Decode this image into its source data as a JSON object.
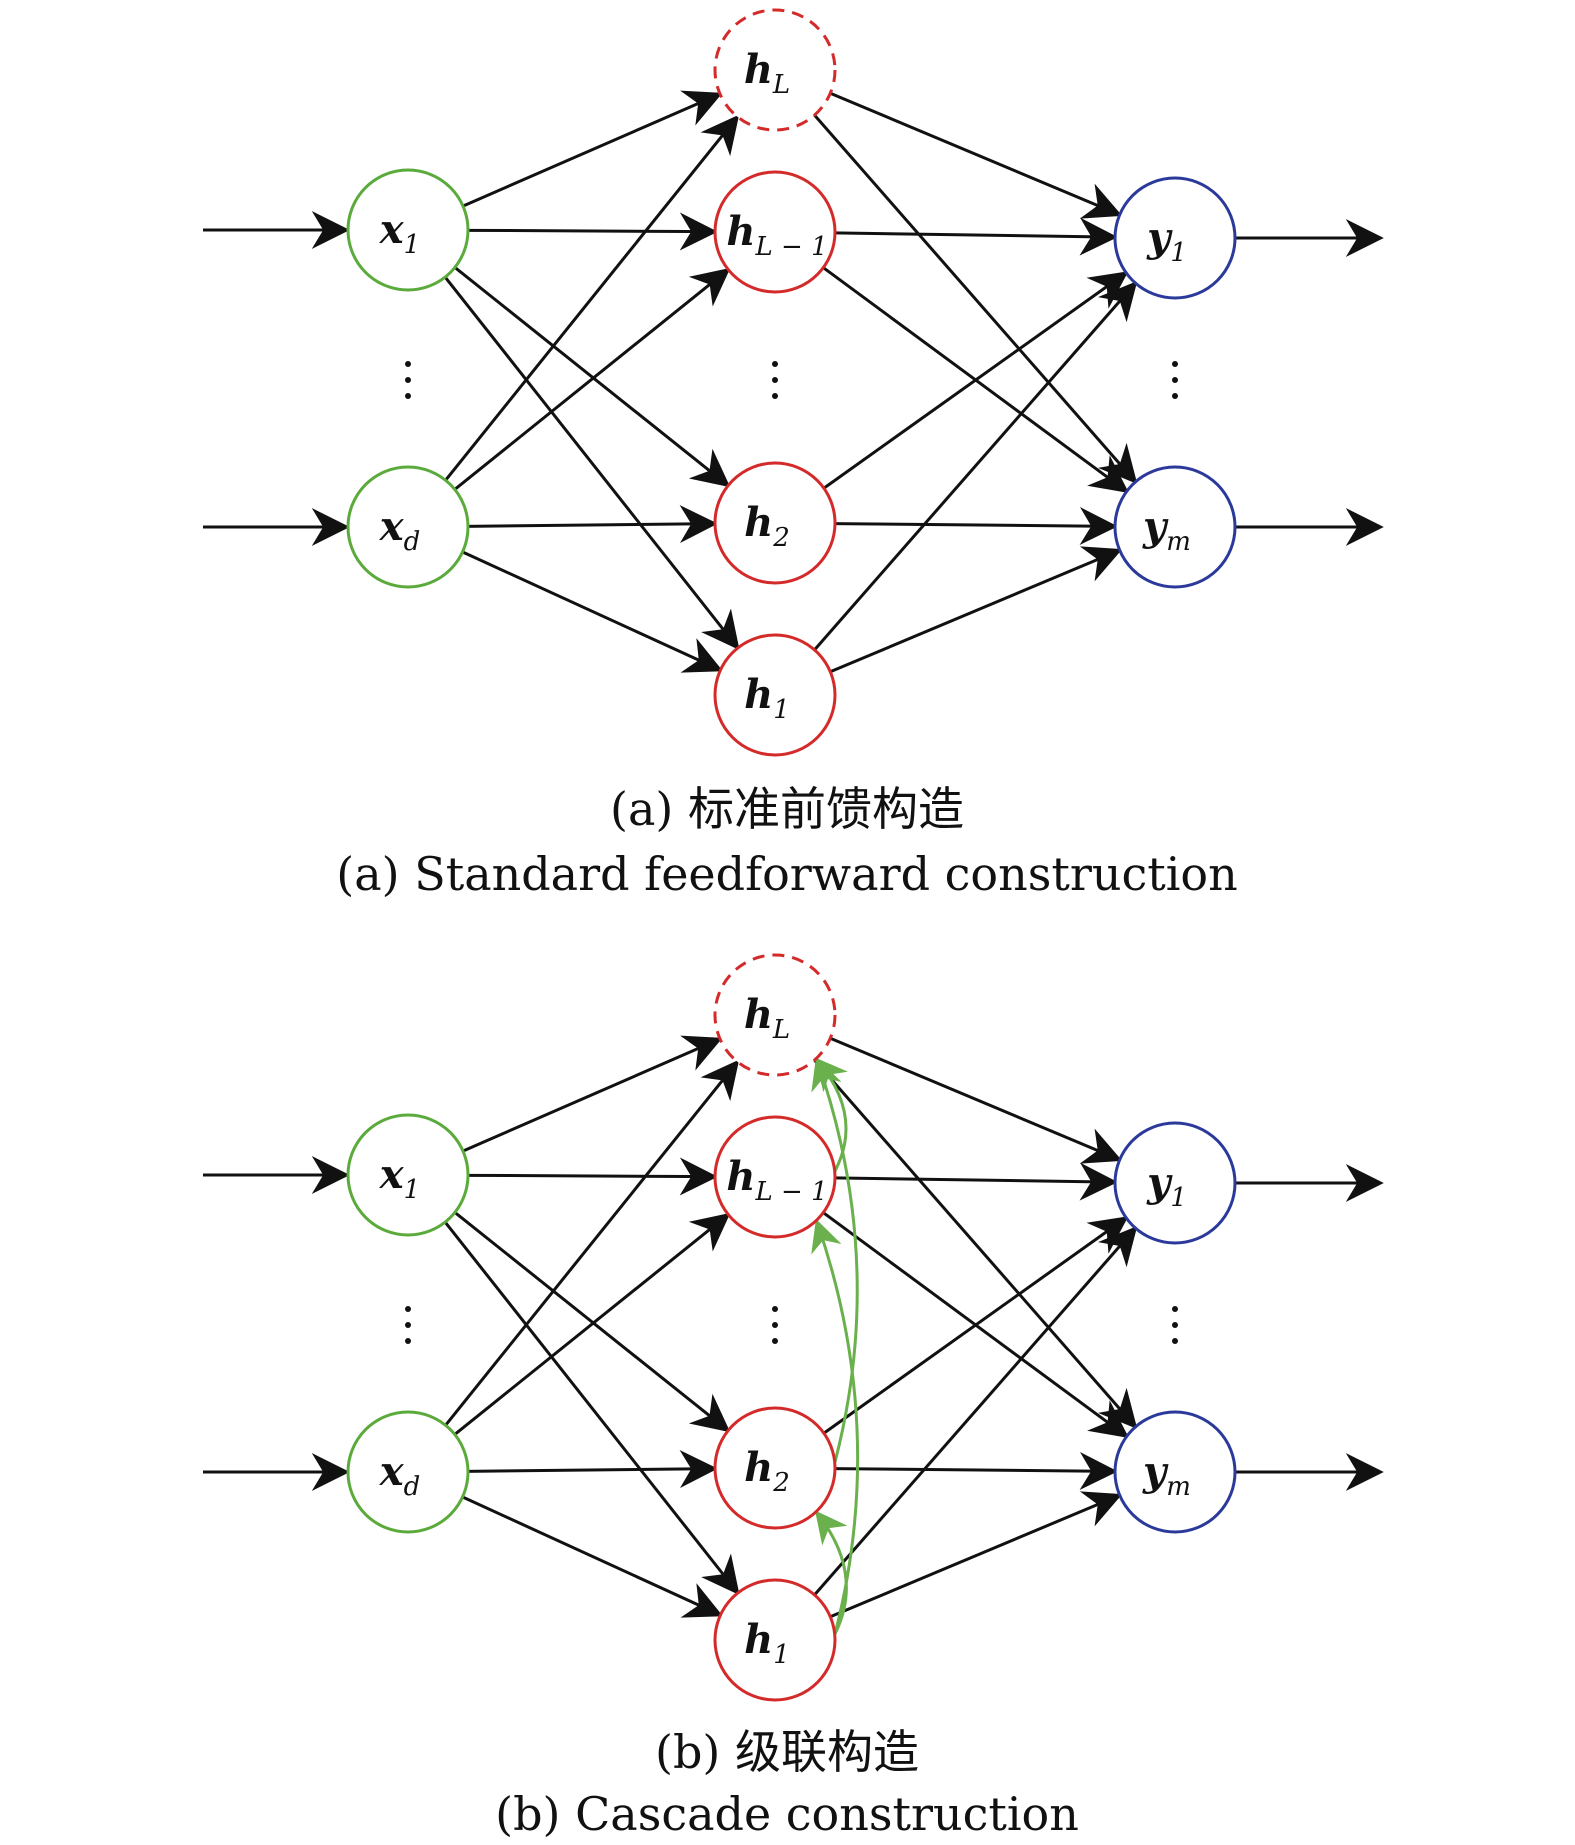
{
  "colors": {
    "input": "#5aaa3c",
    "hidden": "#d42a2a",
    "output": "#2b3a9a",
    "edge": "#111111",
    "cascade": "#6ab04c"
  },
  "inputs": [
    {
      "id": "x1",
      "base": "x",
      "sub": "1"
    },
    {
      "id": "xd",
      "base": "x",
      "sub": "d"
    }
  ],
  "hidden": [
    {
      "id": "hL",
      "base": "h",
      "sub": "L",
      "dashed": true
    },
    {
      "id": "hL1",
      "base": "h",
      "sub": "L − 1",
      "dashed": false
    },
    {
      "id": "h2",
      "base": "h",
      "sub": "2",
      "dashed": false
    },
    {
      "id": "h1",
      "base": "h",
      "sub": "1",
      "dashed": false
    }
  ],
  "outputs": [
    {
      "id": "y1",
      "base": "y",
      "sub": "1"
    },
    {
      "id": "ym",
      "base": "y",
      "sub": "m"
    }
  ],
  "cascade_links": [
    {
      "from": "h1",
      "to": "h2"
    },
    {
      "from": "h1",
      "to": "hL1"
    },
    {
      "from": "h2",
      "to": "hL"
    },
    {
      "from": "hL1",
      "to": "hL"
    }
  ],
  "panel_a": {
    "caption_cn": "(a) 标准前馈构造",
    "caption_en": "(a) Standard feedforward construction"
  },
  "panel_b": {
    "caption_cn": "(b) 级联构造",
    "caption_en": "(b) Cascade construction"
  }
}
